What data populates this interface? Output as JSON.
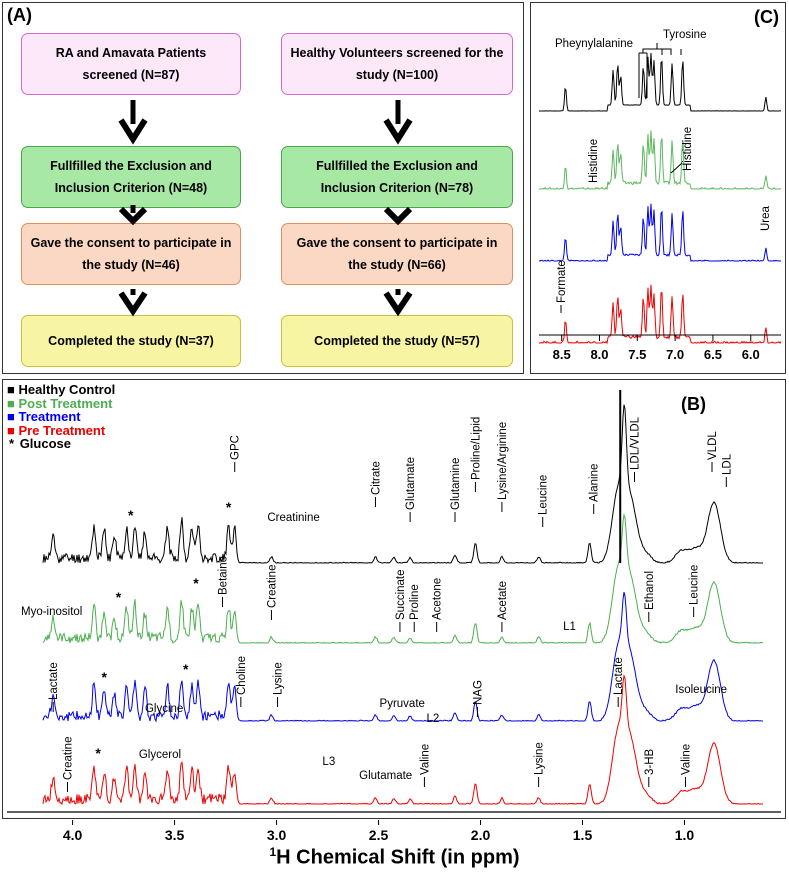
{
  "panel_a": {
    "label": "(A)",
    "left_column": [
      "RA and Amavata Patients screened (N=87)",
      "Fullfilled the Exclusion and Inclusion Criterion (N=48)",
      "Gave the consent to participate in the study (N=46)",
      "Completed the study (N=37)"
    ],
    "right_column": [
      "Healthy Volunteers screened for the study (N=100)",
      "Fullfilled the Exclusion and Inclusion Criterion (N=78)",
      "Gave the consent to participate in the study (N=66)",
      "Completed the study (N=57)"
    ]
  },
  "panel_c": {
    "label": "(C)",
    "x_ticks": [
      "8.5",
      "8.0",
      "7.5",
      "7.0",
      "6.5",
      "6.0"
    ],
    "annotations": [
      "Pheynylalanine",
      "Tyrosine",
      "Histidine",
      "Histidine",
      "Urea",
      "Formate"
    ],
    "colors": [
      "#000000",
      "#5cb85c",
      "#0000ee",
      "#ee0000"
    ]
  },
  "panel_b": {
    "label": "(B)",
    "legend": [
      {
        "symbol": "■",
        "text": "Healthy Control",
        "color": "#000000"
      },
      {
        "symbol": "■",
        "text": "Post Treatment",
        "color": "#4caf50"
      },
      {
        "symbol": "■",
        "text": "Treatment",
        "color": "#0000ee"
      },
      {
        "symbol": "■",
        "text": "Pre Treatment",
        "color": "#ee0000"
      },
      {
        "symbol": "*",
        "text": "Glucose",
        "color": "#000000"
      }
    ],
    "x_ticks": [
      "4.0",
      "3.5",
      "3.0",
      "2.5",
      "2.0",
      "1.5",
      "1.0"
    ],
    "xlabel_sup": "1",
    "xlabel_rest": "H Chemical Shift (in ppm)",
    "trace1_labels": [
      "GPC",
      "Creatinine",
      "Citrate",
      "Glutamate",
      "Glutamine",
      "Proline/Lipid",
      "Lysine/Arginine",
      "Leucine",
      "Alanine",
      "LDL/VLDL",
      "VLDL",
      "LDL"
    ],
    "trace2_labels": [
      "Myo-inositol",
      "Betaine",
      "Creatine",
      "Succinate",
      "Proline",
      "Acetone",
      "Acetate",
      "L1",
      "Ethanol",
      "Leucine"
    ],
    "trace3_labels": [
      "Lactate",
      "Glycine",
      "Choline",
      "Lysine",
      "Pyruvate",
      "L2",
      "NAG",
      "Lactate",
      "Isoleucine"
    ],
    "trace4_labels": [
      "Creatine",
      "Glycerol",
      "L3",
      "Glutamate",
      "Valine",
      "Lysine",
      "3-HB",
      "Valine"
    ],
    "glucose_marker": "*"
  }
}
